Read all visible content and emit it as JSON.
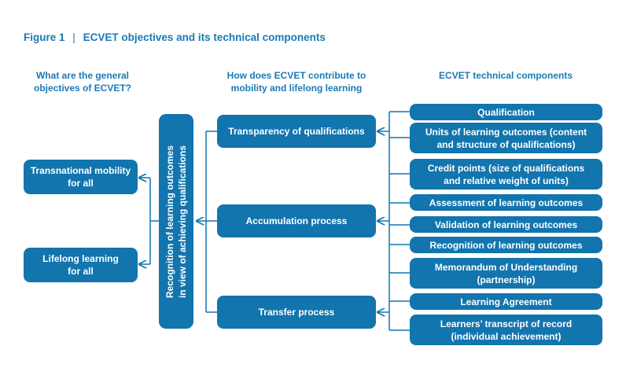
{
  "figure": {
    "label": "Figure 1",
    "separator": "|",
    "title": "ECVET objectives and its technical components"
  },
  "headings": {
    "left_line1": "What are the general",
    "left_line2": "objectives of ECVET?",
    "middle_line1": "How does ECVET contribute to",
    "middle_line2": "mobility and lifelong learning",
    "right": "ECVET technical components"
  },
  "objectives": [
    {
      "line1": "Transnational mobility",
      "line2": "for all"
    },
    {
      "line1": "Lifelong learning",
      "line2": "for all"
    }
  ],
  "central": {
    "line1": "Recognition of learning outcomes",
    "line2": "in view of achieving qualifications"
  },
  "processes": [
    "Transparency of qualifications",
    "Accumulation process",
    "Transfer process"
  ],
  "components": [
    {
      "line1": "Qualification",
      "line2": ""
    },
    {
      "line1": "Units of learning outcomes (content",
      "line2": "and structure of qualifications)"
    },
    {
      "line1": "Credit points (size of qualifications",
      "line2": "and relative  weight of units)"
    },
    {
      "line1": "Assessment of learning outcomes",
      "line2": ""
    },
    {
      "line1": "Validation of learning outcomes",
      "line2": ""
    },
    {
      "line1": "Recognition of learning outcomes",
      "line2": ""
    },
    {
      "line1": "Memorandum of Understanding",
      "line2": "(partnership)"
    },
    {
      "line1": "Learning Agreement",
      "line2": ""
    },
    {
      "line1": "Learners’ transcript of record",
      "line2": "(individual achievement)"
    }
  ],
  "colors": {
    "box_fill": "#1275ae",
    "heading_text": "#1a7ab5",
    "connector": "#1275ae"
  }
}
